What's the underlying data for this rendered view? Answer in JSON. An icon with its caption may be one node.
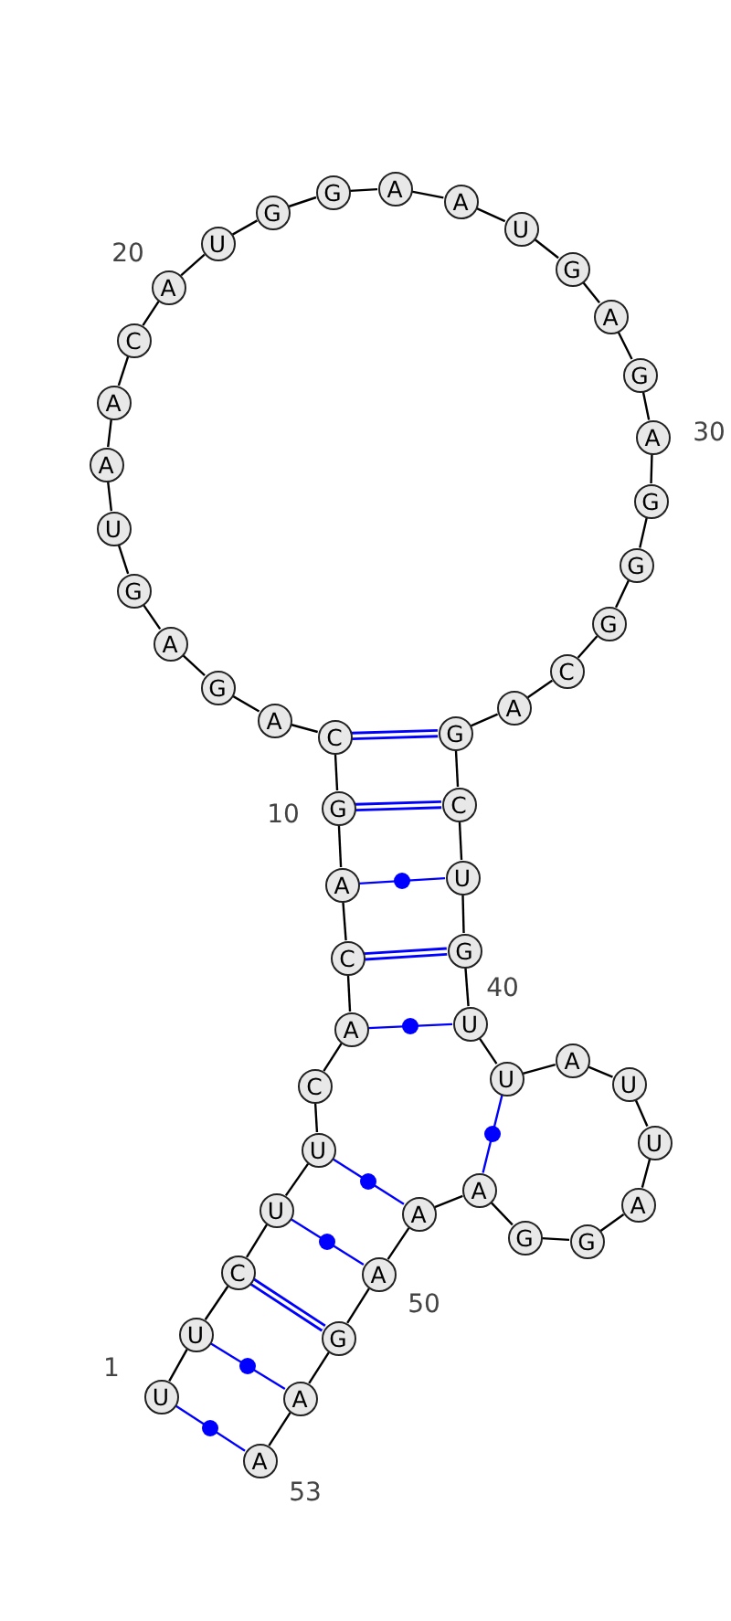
{
  "diagram": {
    "nodes": [
      {
        "text": [
          "U"
        ],
        "beside": [
          "1"
        ]
      },
      {
        "text": [
          "U"
        ]
      },
      {
        "text": [
          "C"
        ]
      },
      {
        "text": [
          "U"
        ]
      },
      {
        "text": [
          "U"
        ]
      },
      {
        "text": [
          "C"
        ]
      },
      {
        "text": [
          "A"
        ]
      },
      {
        "text": [
          "C"
        ]
      },
      {
        "text": [
          "A"
        ]
      },
      {
        "text": [
          "G"
        ],
        "beside": [
          "10"
        ]
      },
      {
        "text": [
          "C"
        ]
      },
      {
        "text": [
          "A"
        ]
      },
      {
        "text": [
          "G"
        ]
      },
      {
        "text": [
          "A"
        ]
      },
      {
        "text": [
          "G"
        ]
      },
      {
        "text": [
          "U"
        ]
      },
      {
        "text": [
          "A"
        ]
      },
      {
        "text": [
          "A"
        ]
      },
      {
        "text": [
          "C"
        ]
      },
      {
        "text": [
          "A"
        ],
        "beside": [
          "20"
        ]
      },
      {
        "text": [
          "U"
        ]
      },
      {
        "text": [
          "G"
        ]
      },
      {
        "text": [
          "G"
        ]
      },
      {
        "text": [
          "A"
        ]
      },
      {
        "text": [
          "A"
        ]
      },
      {
        "text": [
          "U"
        ]
      },
      {
        "text": [
          "G"
        ]
      },
      {
        "text": [
          "A"
        ]
      },
      {
        "text": [
          "G"
        ]
      },
      {
        "text": [
          "A"
        ],
        "beside": [
          "30"
        ]
      },
      {
        "text": [
          "G"
        ]
      },
      {
        "text": [
          "G"
        ]
      },
      {
        "text": [
          "G"
        ]
      },
      {
        "text": [
          "C"
        ]
      },
      {
        "text": [
          "A"
        ]
      },
      {
        "text": [
          "G"
        ]
      },
      {
        "text": [
          "C"
        ]
      },
      {
        "text": [
          "U"
        ]
      },
      {
        "text": [
          "G"
        ]
      },
      {
        "text": [
          "U"
        ],
        "beside": [
          "40"
        ]
      },
      {
        "text": [
          "U"
        ]
      },
      {
        "text": [
          "A"
        ]
      },
      {
        "text": [
          "U"
        ]
      },
      {
        "text": [
          "U"
        ]
      },
      {
        "text": [
          "A"
        ]
      },
      {
        "text": [
          "G"
        ]
      },
      {
        "text": [
          "G"
        ]
      },
      {
        "text": [
          "A"
        ]
      },
      {
        "text": [
          "A"
        ]
      },
      {
        "text": [
          "A"
        ],
        "beside": [
          "50"
        ]
      },
      {
        "text": [
          "G"
        ]
      },
      {
        "text": [
          "A"
        ]
      },
      {
        "text": [
          "A"
        ],
        "beside": [
          "53"
        ]
      }
    ],
    "edges": [
      {
        "from": 0,
        "to": 1,
        "arrow": "none"
      },
      {
        "from": 1,
        "to": 2,
        "arrow": "none"
      },
      {
        "from": 2,
        "to": 3,
        "arrow": "none"
      },
      {
        "from": 3,
        "to": 4,
        "arrow": "none"
      },
      {
        "from": 4,
        "to": 5,
        "arrow": "none"
      },
      {
        "from": 5,
        "to": 6,
        "arrow": "none"
      },
      {
        "from": 6,
        "to": 7,
        "arrow": "none"
      },
      {
        "from": 7,
        "to": 8,
        "arrow": "none"
      },
      {
        "from": 8,
        "to": 9,
        "arrow": "none"
      },
      {
        "from": 9,
        "to": 10,
        "arrow": "none"
      },
      {
        "from": 10,
        "to": 11,
        "arrow": "none"
      },
      {
        "from": 11,
        "to": 12,
        "arrow": "none"
      },
      {
        "from": 12,
        "to": 13,
        "arrow": "none"
      },
      {
        "from": 13,
        "to": 14,
        "arrow": "none"
      },
      {
        "from": 14,
        "to": 15,
        "arrow": "none"
      },
      {
        "from": 15,
        "to": 16,
        "arrow": "none"
      },
      {
        "from": 16,
        "to": 17,
        "arrow": "none"
      },
      {
        "from": 17,
        "to": 18,
        "arrow": "none"
      },
      {
        "from": 18,
        "to": 19,
        "arrow": "none"
      },
      {
        "from": 19,
        "to": 20,
        "arrow": "none"
      },
      {
        "from": 20,
        "to": 21,
        "arrow": "none"
      },
      {
        "from": 21,
        "to": 22,
        "arrow": "none"
      },
      {
        "from": 22,
        "to": 23,
        "arrow": "none"
      },
      {
        "from": 23,
        "to": 24,
        "arrow": "none"
      },
      {
        "from": 24,
        "to": 25,
        "arrow": "none"
      },
      {
        "from": 25,
        "to": 26,
        "arrow": "none"
      },
      {
        "from": 26,
        "to": 27,
        "arrow": "none"
      },
      {
        "from": 27,
        "to": 28,
        "arrow": "none"
      },
      {
        "from": 28,
        "to": 29,
        "arrow": "none"
      },
      {
        "from": 29,
        "to": 30,
        "arrow": "none"
      },
      {
        "from": 30,
        "to": 31,
        "arrow": "none"
      },
      {
        "from": 31,
        "to": 32,
        "arrow": "none"
      },
      {
        "from": 32,
        "to": 33,
        "arrow": "none"
      },
      {
        "from": 33,
        "to": 34,
        "arrow": "none"
      },
      {
        "from": 34,
        "to": 35,
        "arrow": "none"
      },
      {
        "from": 35,
        "to": 36,
        "arrow": "none"
      },
      {
        "from": 36,
        "to": 37,
        "arrow": "none"
      },
      {
        "from": 37,
        "to": 38,
        "arrow": "none"
      },
      {
        "from": 38,
        "to": 39,
        "arrow": "none"
      },
      {
        "from": 39,
        "to": 40,
        "arrow": "none"
      },
      {
        "from": 40,
        "to": 41,
        "arrow": "none"
      },
      {
        "from": 41,
        "to": 42,
        "arrow": "none"
      },
      {
        "from": 42,
        "to": 43,
        "arrow": "none"
      },
      {
        "from": 43,
        "to": 44,
        "arrow": "none"
      },
      {
        "from": 44,
        "to": 45,
        "arrow": "none"
      },
      {
        "from": 45,
        "to": 46,
        "arrow": "none"
      },
      {
        "from": 46,
        "to": 47,
        "arrow": "none"
      },
      {
        "from": 47,
        "to": 48,
        "arrow": "none"
      },
      {
        "from": 48,
        "to": 49,
        "arrow": "none"
      },
      {
        "from": 49,
        "to": 50,
        "arrow": "none"
      },
      {
        "from": 50,
        "to": 51,
        "arrow": "none"
      },
      {
        "from": 51,
        "to": 52,
        "arrow": "none"
      },
      {
        "from": 10,
        "to": 35,
        "arrow": "none",
        "style": "thick",
        "color": "#0000ff"
      },
      {
        "from": 9,
        "to": 36,
        "arrow": "none",
        "style": "thick",
        "color": "#0000ff"
      },
      {
        "from": 8,
        "to": 37,
        "arrow": "none",
        "color": "#0000ff"
      },
      {
        "from": 7,
        "to": 38,
        "arrow": "none",
        "style": "thick",
        "color": "#0000ff"
      },
      {
        "from": 6,
        "to": 39,
        "arrow": "none",
        "color": "#0000ff"
      },
      {
        "from": 40,
        "to": 47,
        "arrow": "none",
        "color": "#0000ff"
      },
      {
        "from": 4,
        "to": 48,
        "arrow": "none",
        "color": "#0000ff"
      },
      {
        "from": 3,
        "to": 49,
        "arrow": "none",
        "color": "#0000ff"
      },
      {
        "from": 2,
        "to": 50,
        "arrow": "none",
        "style": "thick",
        "color": "#0000ff"
      },
      {
        "from": 1,
        "to": 51,
        "arrow": "none",
        "color": "#0000ff"
      },
      {
        "from": 0,
        "to": 52,
        "arrow": "none",
        "color": "#0000ff"
      }
    ]
  }
}
